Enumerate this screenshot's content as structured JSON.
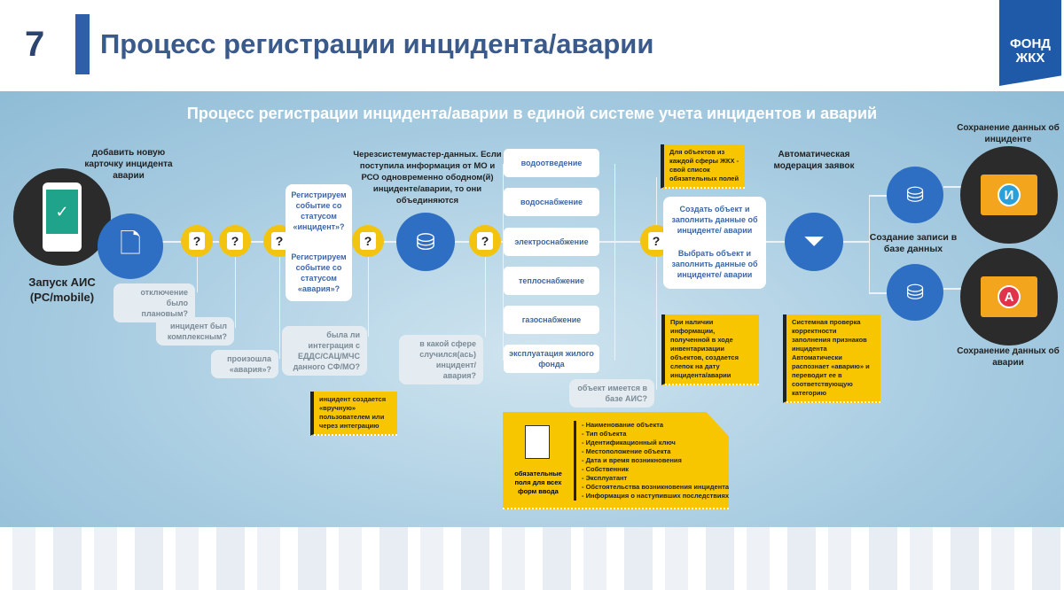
{
  "header": {
    "slide_number": "7",
    "title": "Процесс регистрации инцидента/аварии",
    "logo_text": "ФОНД ЖКХ"
  },
  "diagram": {
    "subtitle": "Процесс регистрации инцидента/аварии в единой системе учета инцидентов и аварий",
    "start_label": "Запуск АИС (PC/mobile)",
    "add_card": "добавить новую карточку инцидента аварии",
    "q1": "отключение было плановым?",
    "q2": "инцидент был комплексным?",
    "q3": "произошла «авария»?",
    "reg_incident": "Регистрируем событие со статусом «инцидент»?",
    "reg_accident": "Регистрируем событие со статусом «авария»?",
    "q4": "была ли интеграция с ЕДДС/САЦ/МЧС данного СФ/МО?",
    "note_manual": "инцидент создается «вручную» пользователем или через интеграцию",
    "master_data": "Черезсистемумастер-данных. Если поступила информация от МО и РСО одновременно ободном(й) инциденте/аварии, то они объединяются",
    "q5": "в какой сфере случился(ась) инцидент/авария?",
    "spheres": [
      "водоотведение",
      "водоснабжение",
      "электроснабжение",
      "теплоснабжение",
      "газоснабжение",
      "эксплуатация жилого фонда"
    ],
    "note_fields": "Для объектов из каждой сферы ЖКХ - свой список обязательных полей",
    "create_object": "Создать объект и заполнить данные об инциденте/ аварии",
    "select_object": "Выбрать объект и заполнить данные об инциденте/ аварии",
    "note_snapshot": "При наличии информации, полученной в ходе инвентаризации объектов, создается слепок на дату инцидента/аварии",
    "q6": "объект имеется в базе АИС?",
    "mandatory_label": "обязательные поля для всех форм ввода",
    "mandatory_fields": [
      "- Наименование объекта",
      "- Тип объекта",
      "- Идентификационный ключ",
      "- Местоположение объекта",
      "- Дата и время возникновения",
      "- Собственник",
      "- Эксплуатант",
      "- Обстоятельства возникновения инцидента",
      "- Информация о наступивших последствиях"
    ],
    "moderation": "Автоматическая модерация заявок",
    "note_check": "Системная проверка корректности заполнения признаков инцидента Автоматически распознает «аварию» и переводит ее в соответствующую категорию",
    "db_record": "Создание записи в базе данных",
    "save_incident": "Сохранение данных об инциденте",
    "save_accident": "Сохранение данных об аварии",
    "badge_incident": "И",
    "badge_accident": "А"
  },
  "colors": {
    "accent": "#2f6fc3",
    "yellow": "#f2c40f",
    "title": "#3a5a8c"
  }
}
